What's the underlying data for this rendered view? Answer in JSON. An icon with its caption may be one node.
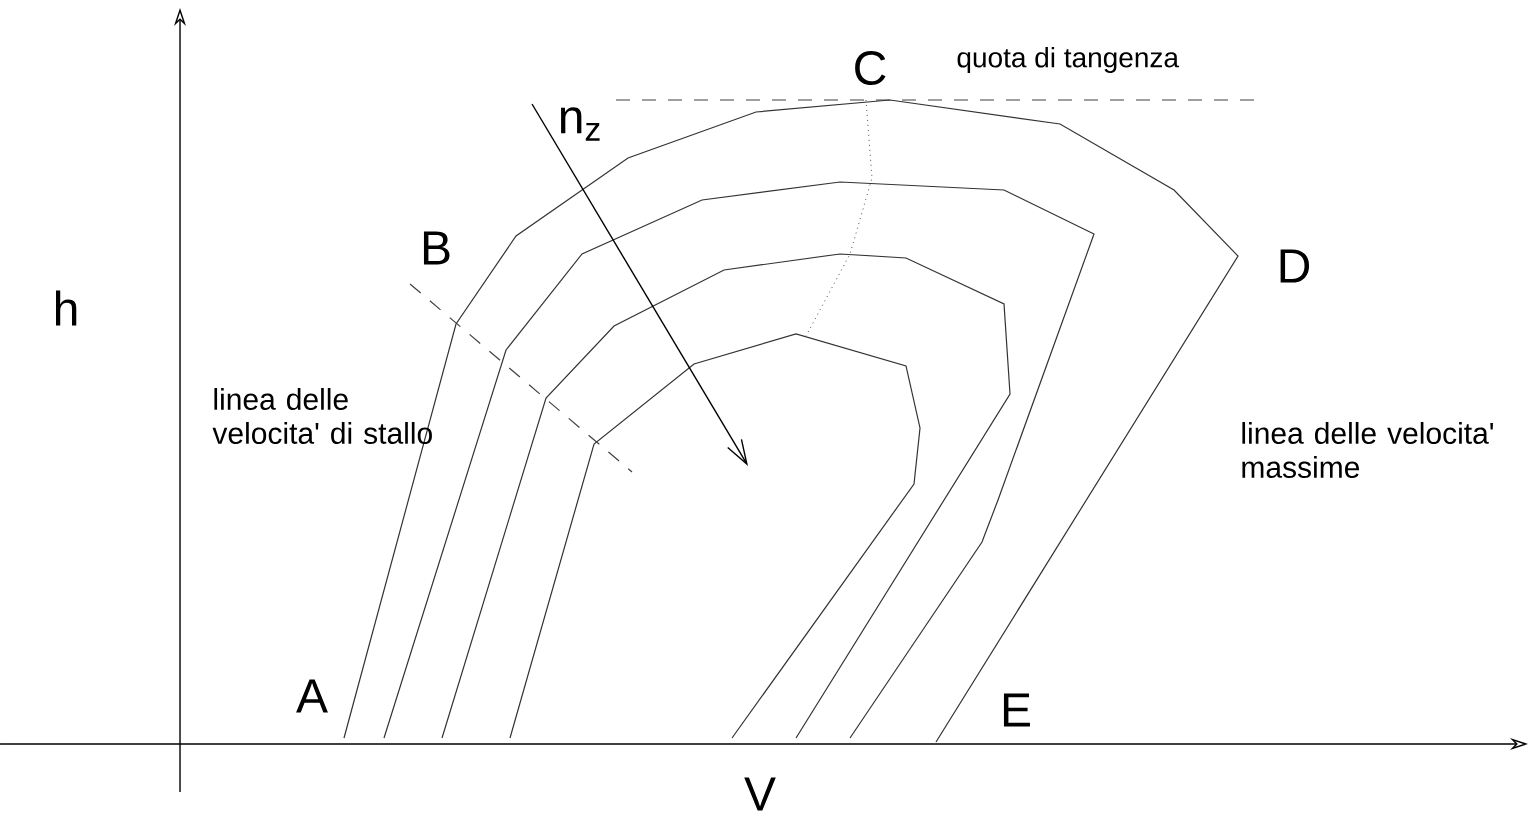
{
  "diagram": {
    "labels": [
      "quota di tangenza",
      "C",
      "n$_{z}$",
      "B",
      "h",
      "D",
      "linea delle velocita' di stallo",
      "linea delle velocita' massime",
      "A",
      "E",
      "V"
    ]
  }
}
